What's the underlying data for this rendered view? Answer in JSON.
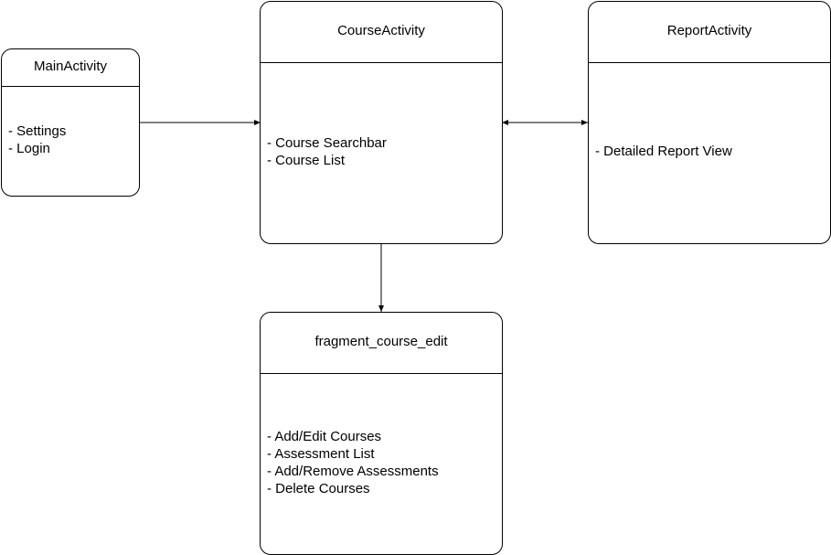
{
  "nodes": {
    "main_activity": {
      "title": "MainActivity",
      "items": [
        "- Settings",
        "- Login"
      ]
    },
    "course_activity": {
      "title": "CourseActivity",
      "items": [
        "- Course Searchbar",
        "- Course List"
      ]
    },
    "report_activity": {
      "title": "ReportActivity",
      "items": [
        "- Detailed Report View"
      ]
    },
    "fragment_course_edit": {
      "title": "fragment_course_edit",
      "items": [
        "- Add/Edit Courses",
        "- Assessment List",
        "- Add/Remove Assessments",
        "- Delete Courses"
      ]
    }
  },
  "edges": [
    {
      "from": "MainActivity",
      "to": "CourseActivity",
      "direction": "forward"
    },
    {
      "from": "CourseActivity",
      "to": "ReportActivity",
      "direction": "both"
    },
    {
      "from": "CourseActivity",
      "to": "fragment_course_edit",
      "direction": "forward"
    }
  ],
  "colors": {
    "stroke": "#000000",
    "background": "#ffffff"
  }
}
